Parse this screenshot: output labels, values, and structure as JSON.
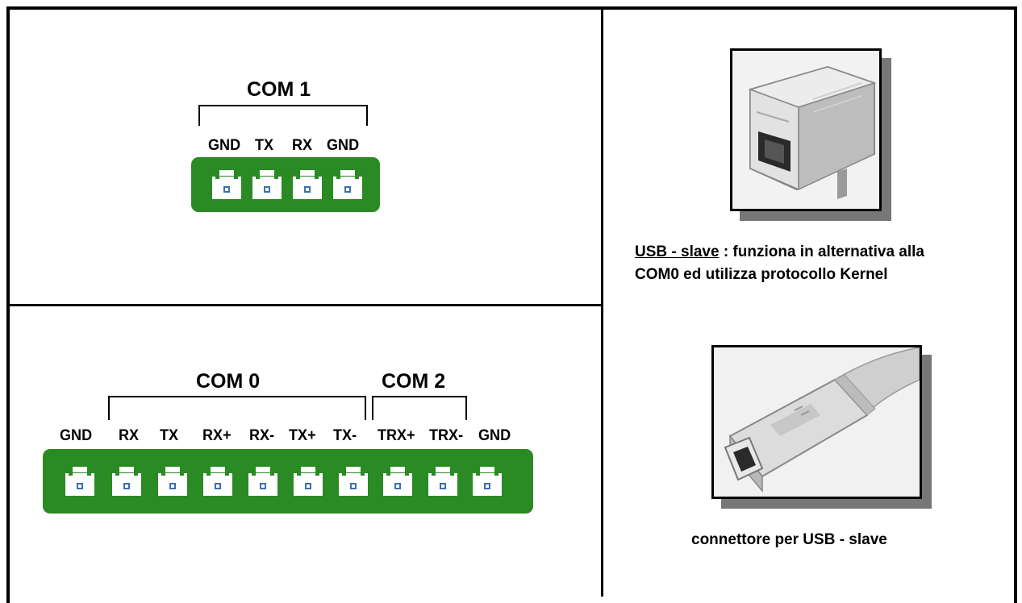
{
  "com1": {
    "title": "COM 1",
    "pins": [
      "GND",
      "TX",
      "RX",
      "GND"
    ]
  },
  "com_bottom": {
    "com0_title": "COM 0",
    "com2_title": "COM 2",
    "pins": [
      "GND",
      "RX",
      "TX",
      "RX+",
      "RX-",
      "TX+",
      "TX-",
      "TRX+",
      "TRX-",
      "GND"
    ]
  },
  "usb_receptacle": {
    "caption_underlined": "USB - slave",
    "caption_line1_rest": " : funziona in alternativa alla",
    "caption_line2": "COM0 ed utilizza protocollo Kernel"
  },
  "usb_plug": {
    "caption": "connettore per USB - slave"
  },
  "colors": {
    "board": "#2a8a24",
    "terminal": "#ffffff",
    "hole": "#3a6fb5"
  }
}
